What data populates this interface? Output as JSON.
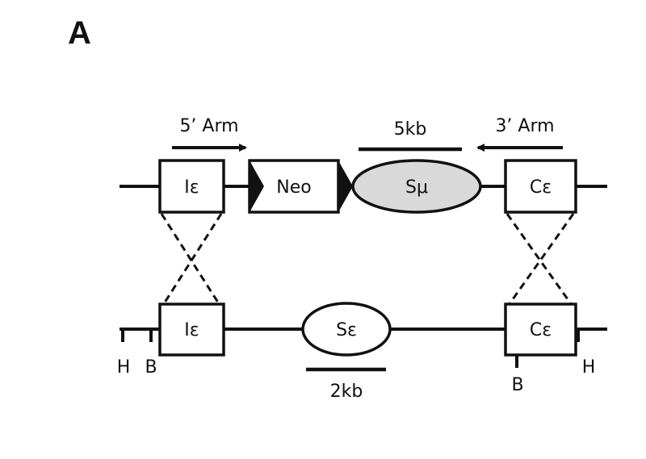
{
  "panel_label": "A",
  "targeting_construct": {
    "arm_5_label": "5’ Arm",
    "arm_3_label": "3’ Arm",
    "size_label": "5kb",
    "segments": {
      "ie": "Iε",
      "neo": "Neo",
      "smu": "Sμ",
      "ce": "Cε"
    },
    "colors": {
      "smu_fill": "#d9d9d9"
    }
  },
  "genomic_locus": {
    "segments": {
      "ie": "Iε",
      "se": "Sε",
      "ce": "Cε"
    },
    "size_label": "2kb",
    "sites": {
      "h_left": "H",
      "b_left": "B",
      "b_right": "B",
      "h_right": "H"
    }
  }
}
